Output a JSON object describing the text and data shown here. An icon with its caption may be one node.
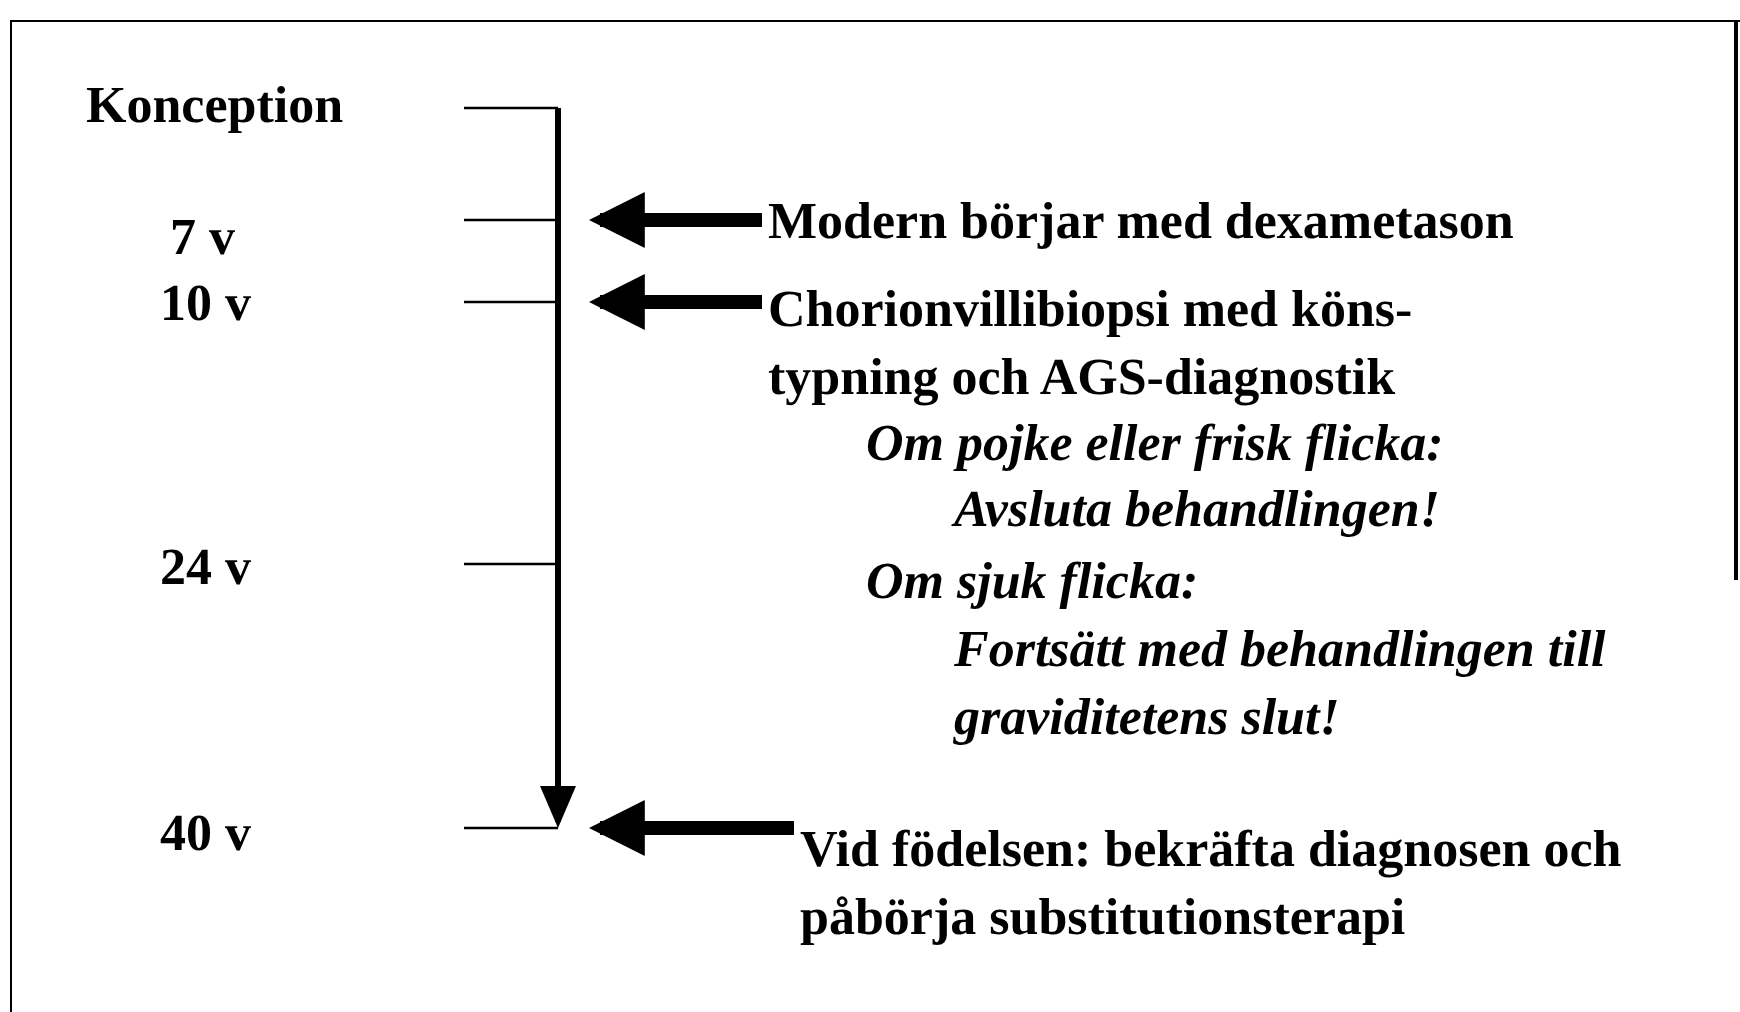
{
  "diagram": {
    "nodes": [
      {
        "text": [
          "Modern börjar med dexametason"
        ]
      },
      {
        "text": [
          "Chorionvillibiopsi med köns- typning och AGS-diagnostik"
        ]
      },
      {
        "text": [
          "Vid födelsen: bekräfta diagnosen och påbörja substitutionsterapi"
        ]
      }
    ],
    "edges": [
      {
        "from": 0,
        "to": null,
        "arrow": "to"
      },
      {
        "from": 1,
        "to": null,
        "arrow": "to"
      },
      {
        "from": 2,
        "to": null,
        "arrow": "to"
      }
    ],
    "labels": [
      "Konception",
      "7 v",
      "10 v",
      "Om pojke eller frisk flicka:",
      "Avsluta behandlingen!",
      "24 v",
      "Om sjuk flicka:",
      "Fortsätt med behandlingen till graviditetens slut!",
      "40 v"
    ]
  }
}
